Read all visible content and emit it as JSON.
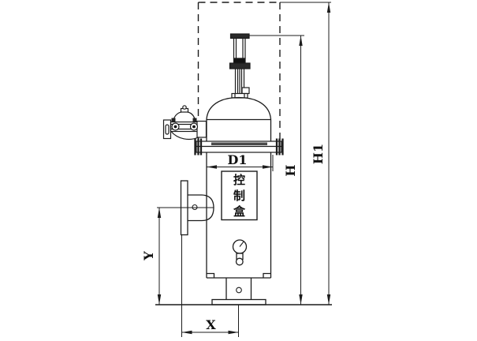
{
  "page": {
    "type": "technical-drawing",
    "background": "#ffffff",
    "line_color": "#1c1c1c"
  },
  "dimensions": {
    "d1": "D1",
    "h": "H",
    "h1": "H1",
    "x": "X",
    "y": "Y"
  },
  "control_box": {
    "text": "控制盒",
    "chars": [
      "控",
      "制",
      "盒"
    ]
  }
}
